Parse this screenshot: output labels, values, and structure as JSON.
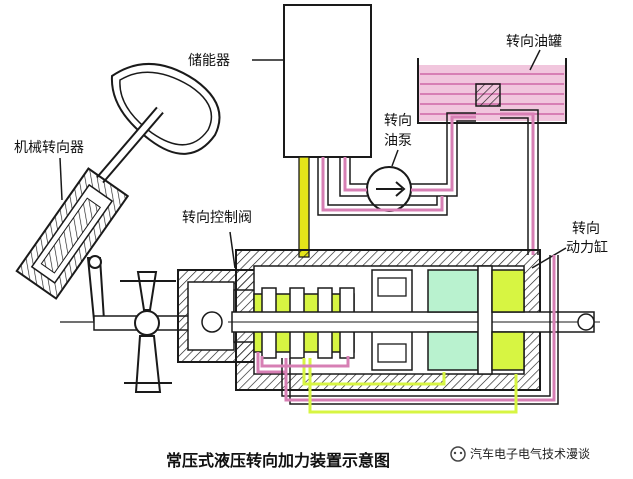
{
  "labels": {
    "accumulator": "储能器",
    "reservoir": "转向油罐",
    "pump_line1": "转向",
    "pump_line2": "油泵",
    "mechanical_gear": "机械转向器",
    "control_valve": "转向控制阀",
    "cylinder_line1": "转向",
    "cylinder_line2": "动力缸"
  },
  "caption": "常压式液压转向加力装置示意图",
  "watermark": "汽车电子电气技术漫谈",
  "colors": {
    "line": "#1a1a1a",
    "oil_pink": "#d77fb4",
    "oil_line_yellow": "#e5e51a",
    "pump_pink_fill": "#f1c6dd",
    "green_pale": "#b9f2cf",
    "green_bright": "#d7f542",
    "hatch": "#1a1a1a"
  }
}
